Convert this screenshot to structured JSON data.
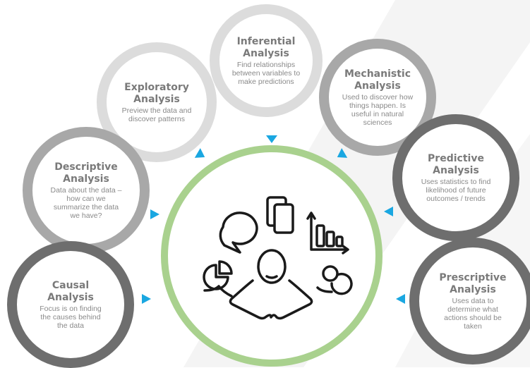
{
  "colors": {
    "accent_arrow": "#1aa7e1",
    "center_ring": "#a9d18e",
    "ring_light": "#dcdcdc",
    "ring_mid": "#a8a8a8",
    "ring_dark": "#6e6e6e",
    "text_title": "#7a7a7a",
    "text_desc": "#8a8a8a"
  },
  "nodes": {
    "inferential": {
      "title_1": "Inferential",
      "title_2": "Analysis",
      "desc": [
        "Find relationships",
        "between variables to",
        "make predictions"
      ]
    },
    "exploratory": {
      "title_1": "Exploratory",
      "title_2": "Analysis",
      "desc": [
        "Preview the data and",
        "discover patterns"
      ]
    },
    "mechanistic": {
      "title_1": "Mechanistic",
      "title_2": "Analysis",
      "desc": [
        "Used to discover how",
        "things happen. Is",
        "useful in natural",
        "sciences"
      ]
    },
    "descriptive": {
      "title_1": "Descriptive",
      "title_2": "Analysis",
      "desc": [
        "Data about the data –",
        "how can we",
        "summarize the data",
        "we have?"
      ]
    },
    "predictive": {
      "title_1": "Predictive",
      "title_2": "Analysis",
      "desc": [
        "Uses statistics to find",
        "likelihood of future",
        "outcomes / trends"
      ]
    },
    "causal": {
      "title_1": "Causal",
      "title_2": "Analysis",
      "desc": [
        "Focus is on finding",
        "the causes behind",
        "the data"
      ]
    },
    "prescriptive": {
      "title_1": "Prescriptive",
      "title_2": "Analysis",
      "desc": [
        "Uses data to",
        "determine what",
        "actions should be",
        "taken"
      ]
    }
  },
  "center_icons": [
    "speech-bubble-icon",
    "documents-icon",
    "bar-chart-icon",
    "pie-chart-icon",
    "person-icon",
    "cycle-icon"
  ]
}
